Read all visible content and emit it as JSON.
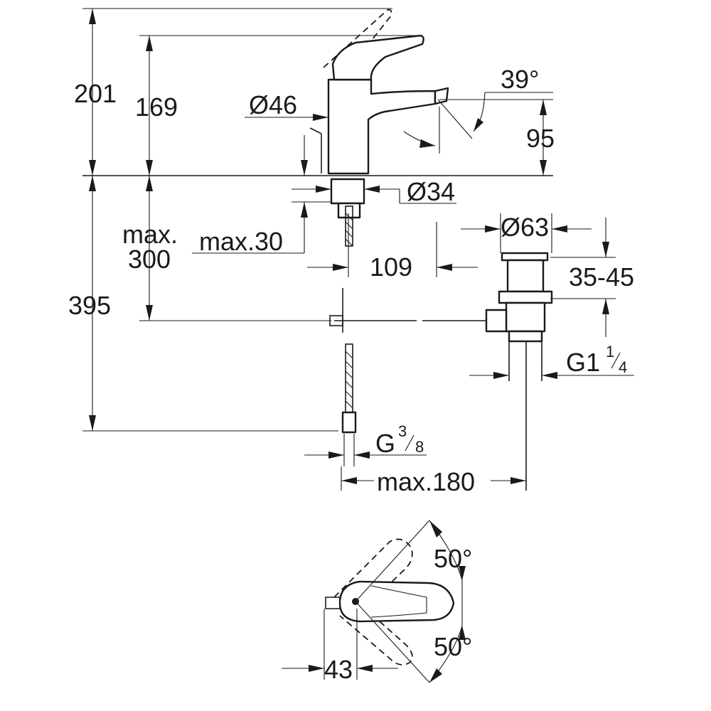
{
  "dimensions": {
    "h201": "201",
    "h169": "169",
    "d46": "Ø46",
    "angle39": "39°",
    "h95": "95",
    "d34": "Ø34",
    "max_label": "max.",
    "h300": "300",
    "max30": "max.30",
    "w109": "109",
    "d63": "Ø63",
    "r3545": "35-45",
    "h395": "395",
    "g1_main": "G1",
    "g1_num": "1",
    "g1_den": "4",
    "g38_main": "G",
    "g38_num": "3",
    "g38_den": "8",
    "max180": "max.180",
    "angle50_top": "50°",
    "angle50_bottom": "50°",
    "w43": "43"
  }
}
